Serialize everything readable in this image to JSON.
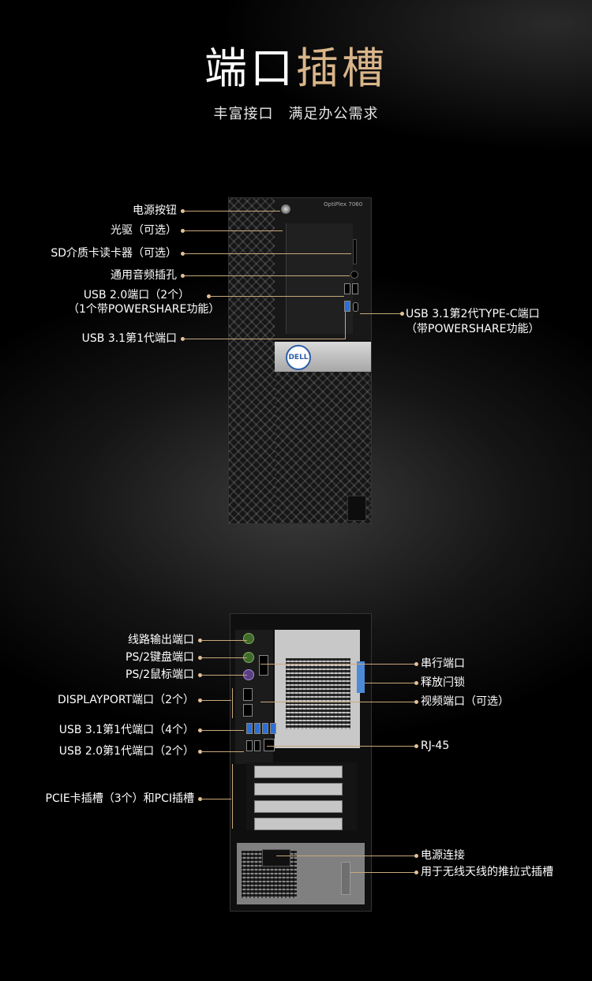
{
  "header": {
    "title_part1": "端口",
    "title_part2": "插槽",
    "subtitle": "丰富接口　满足办公需求"
  },
  "front_tower": {
    "model": "OptiPlex 7060",
    "brand_logo": "DELL"
  },
  "front_labels": {
    "power_button": "电源按钮",
    "optical_drive": "光驱（可选）",
    "sd_card_reader": "SD介质卡读卡器（可选）",
    "audio_jack": "通用音频插孔",
    "usb20_line1": "USB 2.0端口（2个）",
    "usb20_line2": "（1个带POWERSHARE功能）",
    "usb31_gen1": "USB 3.1第1代端口",
    "usb31_typec_line1": "USB 3.1第2代TYPE-C端口",
    "usb31_typec_line2": "（带POWERSHARE功能）"
  },
  "rear_labels_left": {
    "line_out": "线路输出端口",
    "ps2_keyboard": "PS/2键盘端口",
    "ps2_mouse": "PS/2鼠标端口",
    "displayport": "DISPLAYPORT端口（2个）",
    "usb31_gen1_rear": "USB 3.1第1代端口（4个）",
    "usb20_gen1_rear": "USB 2.0第1代端口（2个）",
    "pcie_slots": "PCIE卡插槽（3个）和PCI插槽"
  },
  "rear_labels_right": {
    "serial_port": "串行端口",
    "release_latch": "释放闩锁",
    "video_port": "视频端口（可选）",
    "rj45": "RJ-45",
    "power_connector": "电源连接",
    "wireless_antenna_slot": "用于无线天线的推拉式插槽"
  },
  "colors": {
    "accent_gold": "#d8b58a",
    "callout_line": "#c9a87a"
  }
}
